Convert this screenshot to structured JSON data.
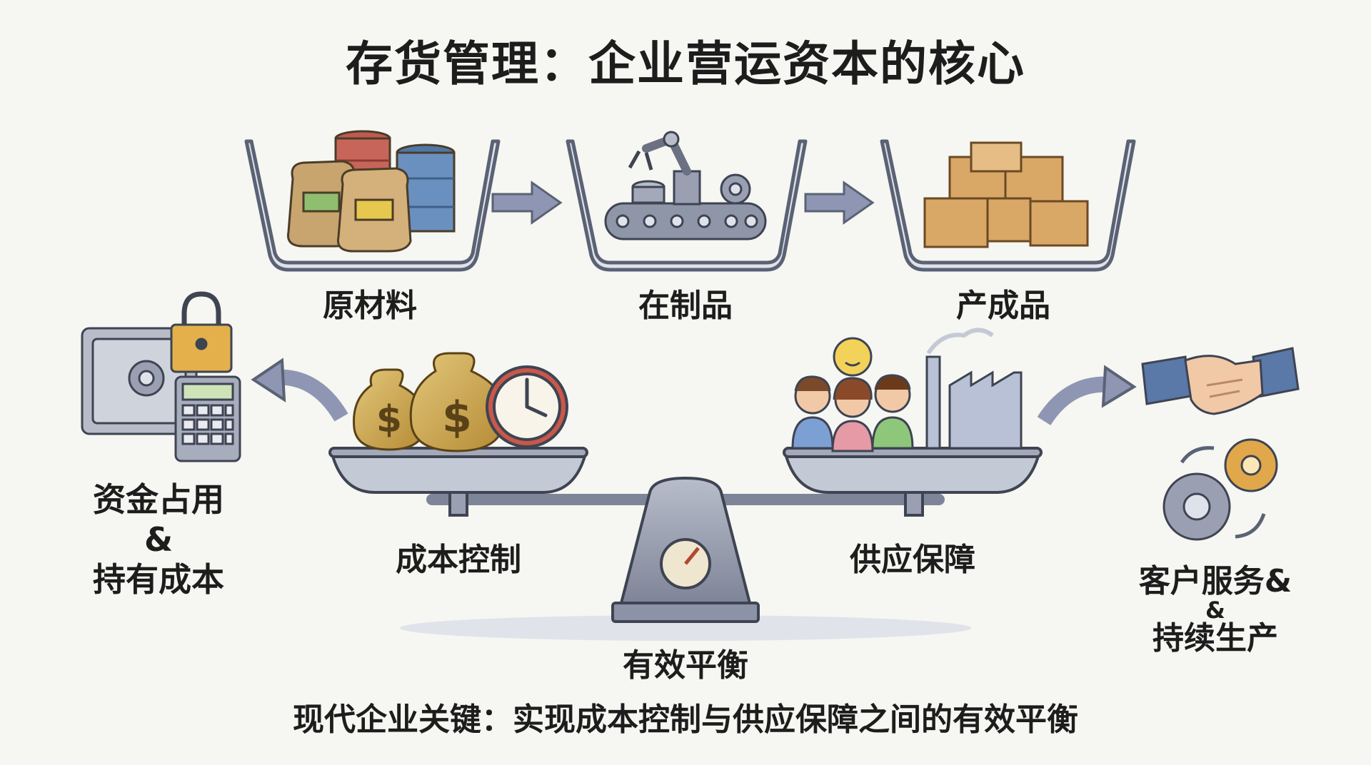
{
  "title": "存货管理：企业营运资本的核心",
  "stages": [
    {
      "label": "原材料",
      "icon": "raw-materials-icon"
    },
    {
      "label": "在制品",
      "icon": "conveyor-robot-icon"
    },
    {
      "label": "产成品",
      "icon": "boxes-icon"
    }
  ],
  "left_side": {
    "line1": "资金占用",
    "line2": "&",
    "line3": "持有成本",
    "icon": "safe-calculator-icon"
  },
  "right_side": {
    "line1": "客户服务&",
    "line2": "&",
    "line3": "持续生产",
    "icon": "handshake-gears-icon"
  },
  "balance": {
    "left_pan": "成本控制",
    "right_pan": "供应保障",
    "center": "有效平衡"
  },
  "bottom_caption": "现代企业关键：实现成本控制与供应保障之间的有效平衡",
  "colors": {
    "bin_stroke": "#5a6274",
    "arrow": "#6b7392",
    "scale_metal": "#8d93a6",
    "money_bag": "#c9a24a"
  }
}
